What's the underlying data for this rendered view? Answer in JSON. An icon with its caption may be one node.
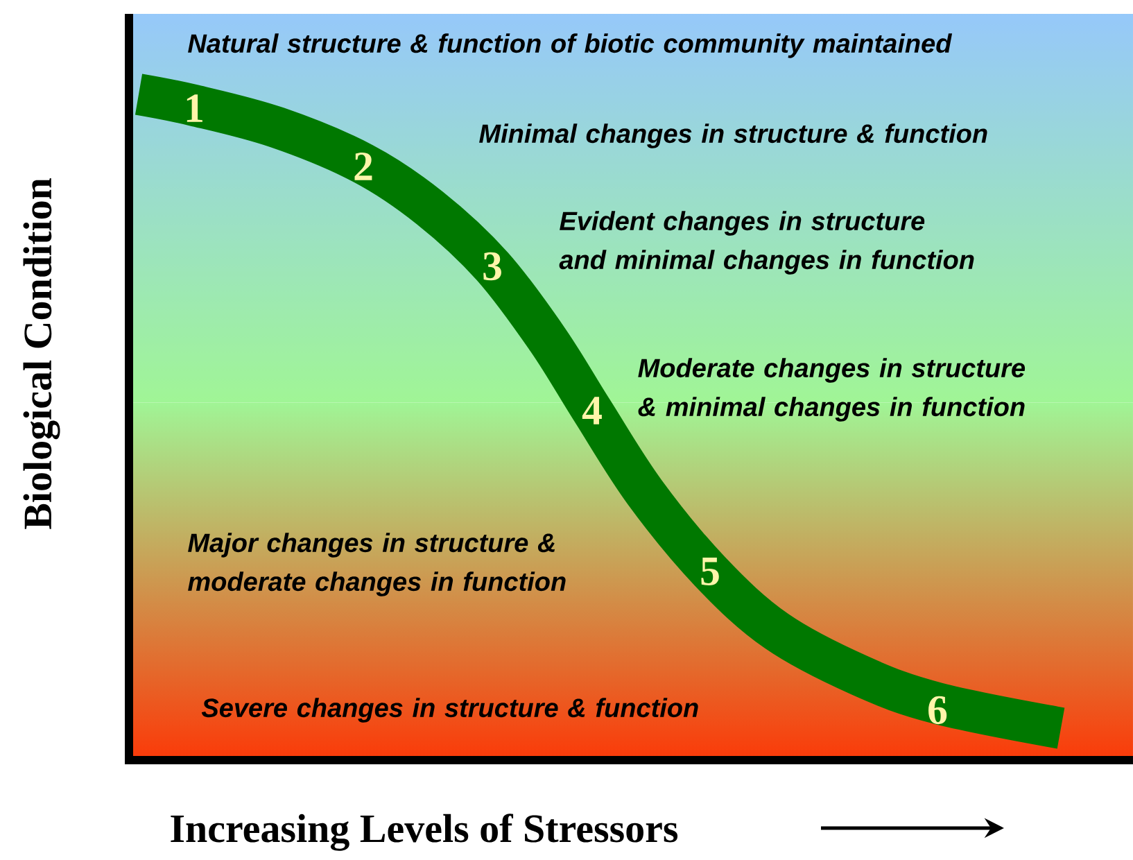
{
  "diagram": {
    "labels": [
      "Natural structure & function of biotic community maintained",
      "1",
      "Minimal changes in structure & function",
      "2",
      "Evident changes in structure and minimal changes in function",
      "3",
      "Moderate changes in structure & minimal changes in function",
      "4",
      "Biological Condition",
      "Major changes in structure & moderate changes in function",
      "5",
      "Severe changes in structure & function",
      "6",
      "Increasing Levels of Stressors"
    ]
  }
}
